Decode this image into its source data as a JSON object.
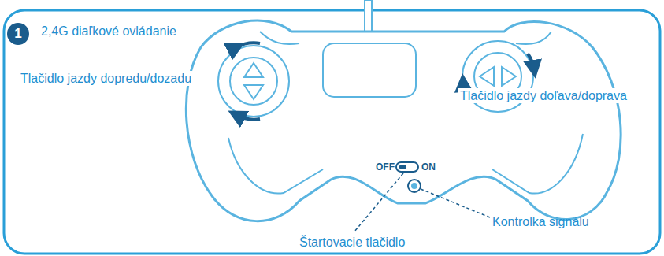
{
  "diagram": {
    "nodes": [
      {
        "text": [
          "1"
        ]
      }
    ],
    "labels": [
      "2,4G diaľkové ovládanie",
      "Tlačidlo jazdy dopredu/dozadu",
      "Tlačidlo jazdy doľava/doprava",
      "OFF",
      "ON",
      "Štartovacie tlačidlo",
      "Kontrolka signálu"
    ]
  }
}
